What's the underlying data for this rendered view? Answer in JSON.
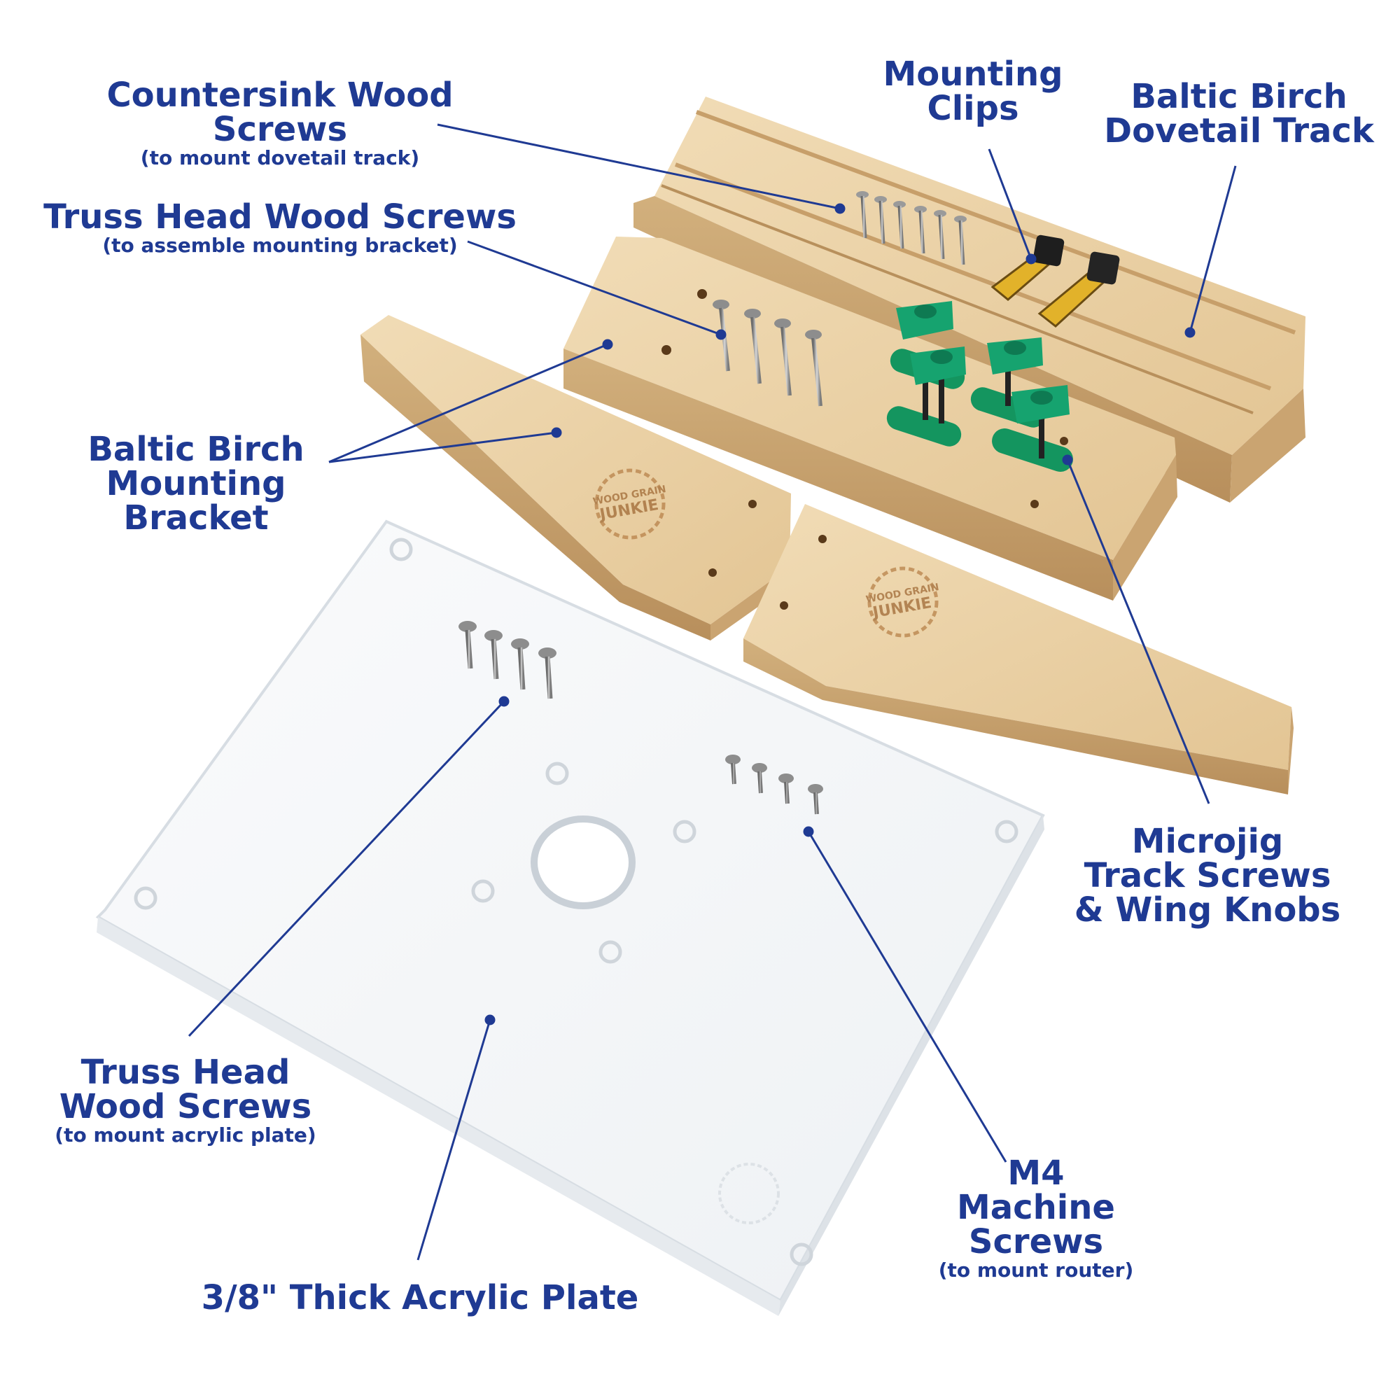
{
  "labels": {
    "countersink": {
      "title": "Countersink Wood Screws",
      "note": "(to mount dovetail track)"
    },
    "truss_bracket": {
      "title": "Truss Head Wood Screws",
      "note": "(to assemble mounting bracket)"
    },
    "mounting_clips": {
      "line1": "Mounting",
      "line2": "Clips"
    },
    "dovetail_track": {
      "line1": "Baltic Birch",
      "line2": "Dovetail Track"
    },
    "mounting_bracket": {
      "line1": "Baltic Birch",
      "line2": "Mounting Bracket"
    },
    "microjig": {
      "line1": "Microjig",
      "line2": "Track Screws",
      "line3": "& Wing Knobs"
    },
    "truss_plate": {
      "line1": "Truss Head",
      "line2": "Wood Screws",
      "note": "(to mount acrylic plate)"
    },
    "m4": {
      "line1": "M4",
      "line2": "Machine Screws",
      "note": "(to mount router)"
    },
    "acrylic_plate": {
      "title": "3/8\" Thick Acrylic Plate"
    }
  },
  "brand_logo_text": "WOOD GRAIN JUNKIE",
  "colors": {
    "label": "#1f3a93",
    "wood": "#e9cfa3",
    "wood_edge": "#c9a573",
    "acrylic": "#f4f6f8",
    "knob": "#16a36f",
    "clip_yellow": "#e8b92a"
  }
}
